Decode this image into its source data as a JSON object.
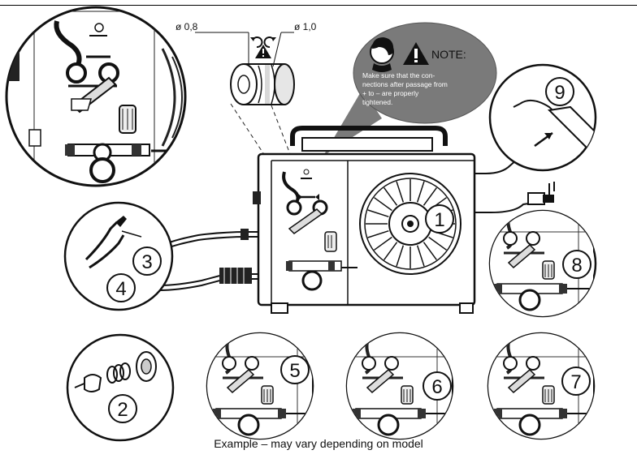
{
  "caption": "Example – may vary depending on model",
  "roller_labels": {
    "left_diameter": "ø 0,8",
    "right_diameter": "ø 1,0"
  },
  "note": {
    "title": "NOTE:",
    "lines": [
      "Make sure that the con-",
      "nections after passage from",
      "+ to – are properly",
      "tightened."
    ]
  },
  "step_numbers": [
    "1",
    "2",
    "3",
    "4",
    "5",
    "6",
    "7",
    "8",
    "9"
  ],
  "icons": [
    "warning-icon",
    "person-icon",
    "rotate-arrows-icon",
    "pliers-icon",
    "spring-icon",
    "welding-torch-icon"
  ]
}
